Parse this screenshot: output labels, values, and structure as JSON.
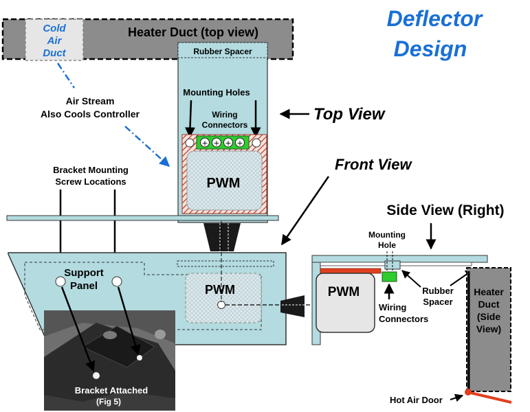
{
  "title": {
    "line1": "Deflector",
    "line2": "Design"
  },
  "heater_duct_top": "Heater Duct (top view)",
  "cold_air_duct": {
    "line1": "Cold",
    "line2": "Air",
    "line3": "Duct"
  },
  "rubber_spacer_top": "Rubber Spacer",
  "air_stream": {
    "line1": "Air Stream",
    "line2": "Also Cools Controller"
  },
  "mounting_holes": "Mounting Holes",
  "wiring_connectors_top": {
    "line1": "Wiring",
    "line2": "Connectors"
  },
  "top_view": "Top View",
  "pwm_top": "PWM",
  "bracket_screw": {
    "line1": "Bracket Mounting",
    "line2": "Screw Locations"
  },
  "front_view": "Front View",
  "side_view": "Side View (Right)",
  "support_panel": {
    "line1": "Support",
    "line2": "Panel"
  },
  "pwm_front": "PWM",
  "mounting_hole_side": {
    "line1": "Mounting",
    "line2": "Hole"
  },
  "pwm_side": "PWM",
  "rubber_spacer_side": {
    "line1": "Rubber",
    "line2": "Spacer"
  },
  "wiring_connectors_side": {
    "line1": "Wiring",
    "line2": "Connectors"
  },
  "heater_duct_side": {
    "line1": "Heater",
    "line2": "Duct",
    "line3": "(Side",
    "line4": "View)"
  },
  "bracket_attached": {
    "line1": "Bracket Attached",
    "line2": "(Fig 5)"
  },
  "hot_air_door": "Hot Air Door",
  "colors": {
    "panel": "#b3dbe0",
    "title_blue": "#1a6fd6",
    "duct_gray": "#8c8c8c",
    "hatch_red": "#c0392b",
    "connector_green": "#2ecc2e",
    "door_red": "#e04020"
  }
}
